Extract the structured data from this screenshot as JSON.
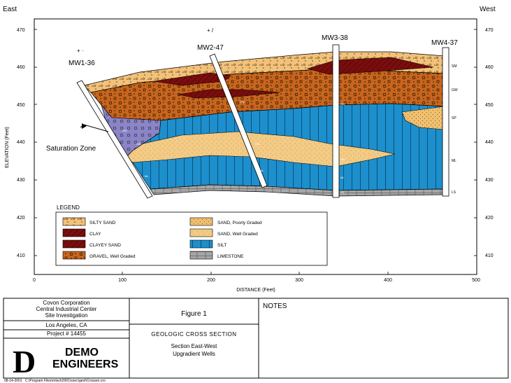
{
  "figure": {
    "corner_left": "East",
    "corner_right": "West",
    "x_axis_label": "DISTANCE (Feet)",
    "y_axis_label": "ELEVATION (Feet)",
    "x_ticks": [
      "0",
      "100",
      "200",
      "300",
      "400",
      "500"
    ],
    "y_ticks": [
      "470",
      "460",
      "450",
      "440",
      "430",
      "420",
      "410"
    ],
    "saturation_label": "Saturation Zone",
    "wells": [
      {
        "name": "MW1-36",
        "distance": 65,
        "top": 459
      },
      {
        "name": "MW2-47",
        "distance": 203,
        "top": 464
      },
      {
        "name": "MW3-38",
        "distance": 340,
        "top": 466
      },
      {
        "name": "MW4-37",
        "distance": 465,
        "top": 465
      }
    ],
    "well_side_codes": [
      "SM",
      "GW",
      "SP",
      "ML",
      "LS"
    ],
    "inline_codes": [
      "GW",
      "SW",
      "ML",
      "GW",
      "SW",
      "ML",
      "GW",
      "SW",
      "ML",
      "LS"
    ],
    "legend": {
      "title": "LEGEND",
      "items": [
        {
          "label": "SILTY SAND",
          "swatch": "silty-sand"
        },
        {
          "label": "SAND, Poorly Graded",
          "swatch": "sand-poor"
        },
        {
          "label": "CLAY",
          "swatch": "clay"
        },
        {
          "label": "SAND, Well Graded",
          "swatch": "sand-well"
        },
        {
          "label": "CLAYEY SAND",
          "swatch": "clayey-sand"
        },
        {
          "label": "SILT",
          "swatch": "silt"
        },
        {
          "label": "GRAVEL, Well Graded",
          "swatch": "gravel"
        },
        {
          "label": "LIMESTONE",
          "swatch": "limestone"
        }
      ]
    },
    "colors": {
      "silty_sand": "#f2c27a",
      "clay": "#7a0d0d",
      "clayey_sand": "#7a0d0d",
      "gravel": "#c8651e",
      "sand_poor": "#f0c070",
      "sand_well": "#f3cb85",
      "silt": "#1d8fcc",
      "limestone": "#a6a6a6",
      "saturation": "#8a84c8"
    }
  },
  "title_block": {
    "company_lines": [
      "Covon Corporation",
      "Central Industrial Center",
      "Site Investigation"
    ],
    "location": "Los Angeles, CA",
    "project": "Project # 14455",
    "figure_no": "Figure 1",
    "notes_label": "NOTES",
    "section_title": "GEOLOGIC CROSS SECTION",
    "section_sub1": "Section East-West",
    "section_sub2": "Upgradient Wells",
    "logo_letter": "D",
    "logo_line1": "DEMO",
    "logo_line2": "ENGINEERS"
  },
  "footer": {
    "date": "08-14-2001",
    "path": "C:\\Program Files\\rntech2001\\xsec\\geol\\Crossen.cro"
  }
}
